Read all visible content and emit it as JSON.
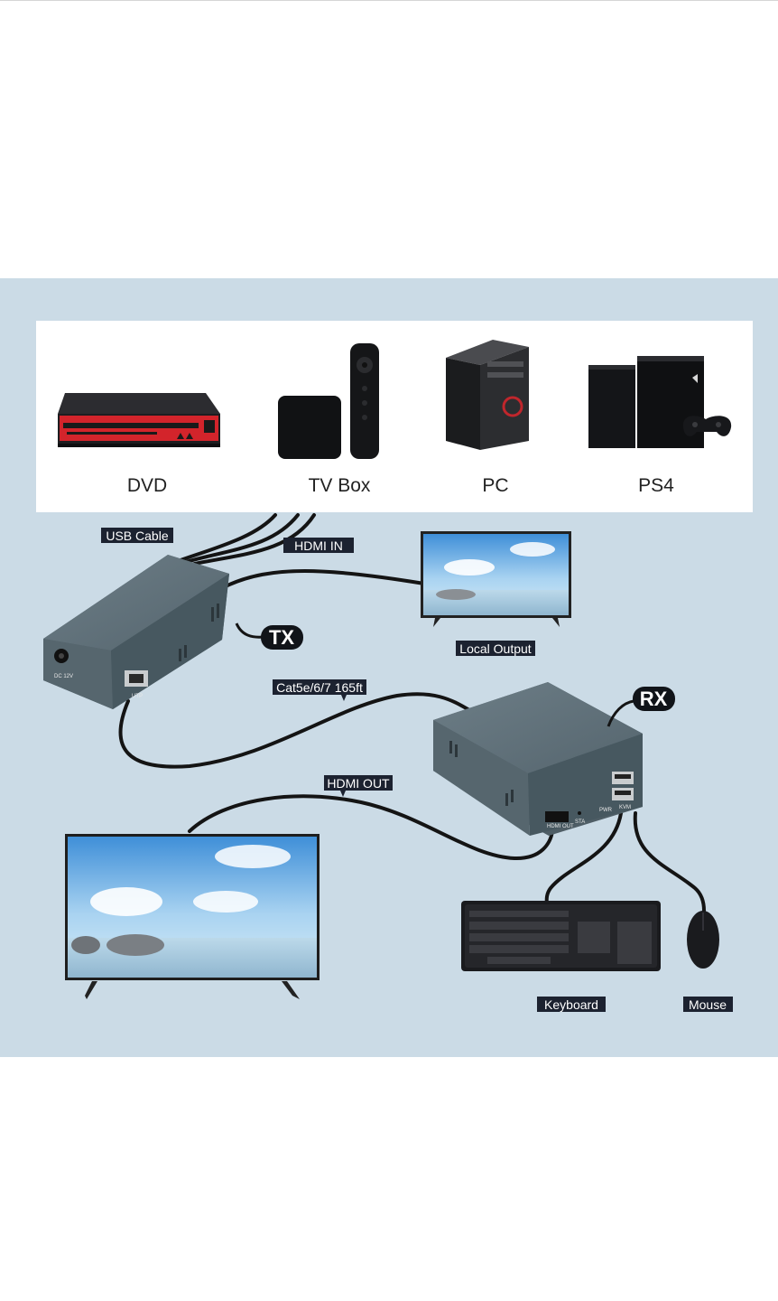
{
  "sources": [
    {
      "label": "DVD",
      "icon": "dvd-player-icon"
    },
    {
      "label": "TV Box",
      "icon": "tv-box-icon"
    },
    {
      "label": "PC",
      "icon": "pc-tower-icon"
    },
    {
      "label": "PS4",
      "icon": "ps4-console-icon"
    }
  ],
  "cable_tags": {
    "usb_cable": "USB Cable",
    "hdmi_in": "HDMI IN",
    "cat_cable": "Cat5e/6/7 165ft",
    "hdmi_out": "HDMI OUT",
    "local_output": "Local Output",
    "keyboard": "Keyboard",
    "mouse": "Mouse"
  },
  "badges": {
    "tx": "TX",
    "rx": "RX"
  },
  "tx_ports": {
    "dc": "DC 12V",
    "utp": "UTP"
  },
  "rx_ports": {
    "hdmi_out": "HDMI OUT",
    "sta": "STA",
    "pwr": "PWR",
    "kvm": "KVM"
  },
  "colors": {
    "background": "#cbdbe6",
    "device_body": "#5a6a72",
    "tag": "#1c2230",
    "cable": "#141414"
  }
}
